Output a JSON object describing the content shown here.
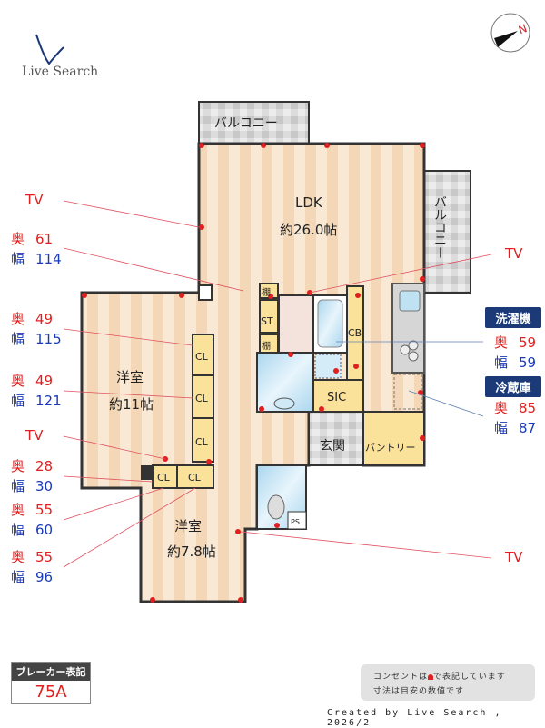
{
  "brand": {
    "logo_text": "Live Search"
  },
  "compass": {
    "label": "N",
    "icon": "north-compass-icon"
  },
  "rooms": {
    "balcony_top": "バルコニー",
    "balcony_right": "バルコニー",
    "ldk_name": "LDK",
    "ldk_size": "約26.0帖",
    "western1_name": "洋室",
    "western1_size": "約11帖",
    "western2_name": "洋室",
    "western2_size": "約7.8帖",
    "shelf1": "棚",
    "shelf2": "棚",
    "st": "ST",
    "cb": "CB",
    "sic": "SIC",
    "entrance": "玄関",
    "pantry": "パントリー",
    "ps": "PS",
    "cl1": "CL",
    "cl2": "CL",
    "cl3": "CL",
    "cl4": "CL",
    "cl5": "CL"
  },
  "annotations_left": [
    {
      "type": "tv",
      "label": "TV"
    },
    {
      "depth_label": "奥",
      "depth": "61",
      "width_label": "幅",
      "width": "114"
    },
    {
      "depth_label": "奥",
      "depth": "49",
      "width_label": "幅",
      "width": "115"
    },
    {
      "depth_label": "奥",
      "depth": "49",
      "width_label": "幅",
      "width": "121"
    },
    {
      "type": "tv",
      "label": "TV"
    },
    {
      "depth_label": "奥",
      "depth": "28",
      "width_label": "幅",
      "width": "30"
    },
    {
      "depth_label": "奥",
      "depth": "55",
      "width_label": "幅",
      "width": "60"
    },
    {
      "depth_label": "奥",
      "depth": "55",
      "width_label": "幅",
      "width": "96"
    }
  ],
  "annotations_right": {
    "tv1": "TV",
    "washer": {
      "title": "洗濯機",
      "depth_label": "奥",
      "depth": "59",
      "width_label": "幅",
      "width": "59"
    },
    "fridge": {
      "title": "冷蔵庫",
      "depth_label": "奥",
      "depth": "85",
      "width_label": "幅",
      "width": "87"
    },
    "tv2": "TV"
  },
  "breaker": {
    "title": "ブレーカー表記",
    "value": "75A"
  },
  "note": {
    "line1_a": "コンセントは",
    "line1_b": "で表記しています",
    "line2": "寸法は目安の数値です"
  },
  "credit": "Created by Live Search , 2026/2",
  "colors": {
    "accent_red": "#e02020",
    "accent_blue": "#1a3ab8",
    "badge": "#1c3a78",
    "floor": "#f6dfc2",
    "storage": "#fbe29a",
    "wall": "#333333"
  }
}
